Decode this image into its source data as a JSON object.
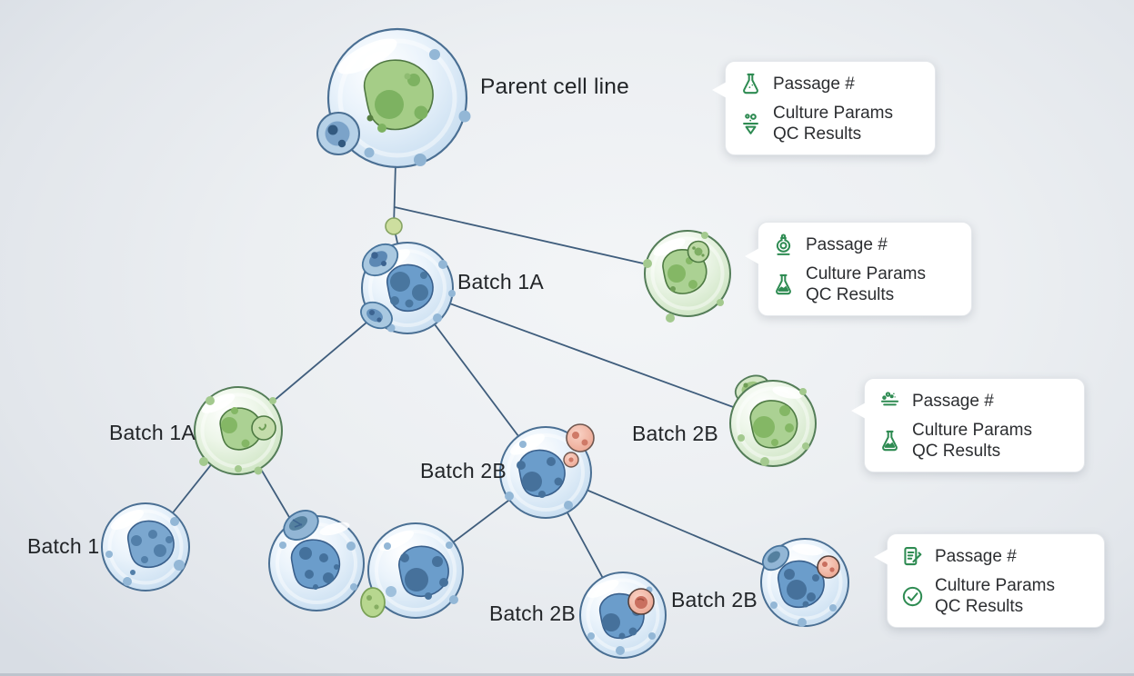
{
  "diagram_title": "Cell line passage lineage diagram",
  "nodes": [
    {
      "id": "parent",
      "label": "Parent cell line",
      "cell_type": "blue-large-with-green-nucleus"
    },
    {
      "id": "batch-1a-top",
      "label": "Batch 1A",
      "cell_type": "blue-with-buds"
    },
    {
      "id": "green-top-right",
      "label": "",
      "cell_type": "green"
    },
    {
      "id": "batch-1a-mid",
      "label": "Batch 1A",
      "cell_type": "green-with-inclusion"
    },
    {
      "id": "batch-2b-mid",
      "label": "Batch 2B",
      "cell_type": "blue-with-pink-buds"
    },
    {
      "id": "batch-2b-right",
      "label": "Batch 2B",
      "cell_type": "green-with-bud"
    },
    {
      "id": "batch-1",
      "label": "Batch 1",
      "cell_type": "blue"
    },
    {
      "id": "cell-unlabeled-1",
      "label": "",
      "cell_type": "blue-with-bud"
    },
    {
      "id": "cell-unlabeled-2",
      "label": "",
      "cell_type": "blue-with-green-inclusion"
    },
    {
      "id": "batch-2b-bottom",
      "label": "Batch 2B",
      "cell_type": "blue-with-pink-inclusion"
    },
    {
      "id": "batch-2b-bottom-right",
      "label": "Batch 2B",
      "cell_type": "blue-with-bud-and-pink-inclusion"
    }
  ],
  "edges": [
    [
      "parent",
      "batch-1a-top"
    ],
    [
      "parent",
      "green-top-right"
    ],
    [
      "batch-1a-top",
      "batch-1a-mid"
    ],
    [
      "batch-1a-top",
      "batch-2b-mid"
    ],
    [
      "batch-1a-top",
      "batch-2b-right"
    ],
    [
      "batch-1a-mid",
      "batch-1"
    ],
    [
      "batch-1a-mid",
      "cell-unlabeled-1"
    ],
    [
      "batch-2b-mid",
      "cell-unlabeled-2"
    ],
    [
      "batch-2b-mid",
      "batch-2b-bottom"
    ],
    [
      "batch-2b-mid",
      "batch-2b-bottom-right"
    ]
  ],
  "callouts": [
    {
      "passage": "Passage #",
      "culture": "Culture Params",
      "qc": "QC Results",
      "icon_top": "erlenmeyer-flask-outline-icon",
      "icon_bottom": "funnel-particles-icon"
    },
    {
      "passage": "Passage #",
      "culture": "Culture Params",
      "qc": "QC Results",
      "icon_top": "round-jar-flask-icon",
      "icon_bottom": "erlenmeyer-flask-filled-icon"
    },
    {
      "passage": "Passage #",
      "culture": "Culture Params",
      "qc": "QC Results",
      "icon_top": "cell-sample-particles-icon",
      "icon_bottom": "erlenmeyer-flask-filled-icon"
    },
    {
      "passage": "Passage #",
      "culture": "Culture Params",
      "qc": "QC Results",
      "icon_top": "document-edit-icon",
      "icon_bottom": "check-circle-icon"
    }
  ],
  "colors": {
    "icon_green": "#2e8b52",
    "connector_line": "#3f5d7c",
    "label_text": "#222528",
    "callout_text": "#2c2e31",
    "callout_bg": "#ffffff",
    "blue_cell_stroke": "#4a6f93",
    "green_cell_stroke": "#547d58",
    "pink_inclusion": "#f2b3a2",
    "background": "#e8ebef"
  }
}
